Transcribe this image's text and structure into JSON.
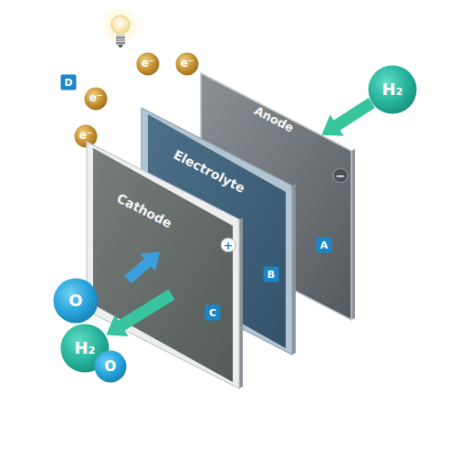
{
  "diagram": {
    "nodes": [
      {
        "text": [
          "e⁻"
        ]
      },
      {
        "text": [
          "e⁻"
        ]
      },
      {
        "text": [
          "e⁻"
        ]
      },
      {
        "text": [
          "e⁻"
        ]
      },
      {
        "text": [
          "H₂"
        ]
      },
      {
        "text": [
          "Anode"
        ]
      },
      {
        "text": [
          "Electrolyte"
        ]
      },
      {
        "text": [
          "Cathode"
        ]
      },
      {
        "text": [
          "O"
        ]
      },
      {
        "text": [
          "H₂"
        ]
      },
      {
        "text": [
          "O"
        ]
      }
    ],
    "edges": [
      {
        "from": 4,
        "to": 5,
        "arrow": "to"
      },
      {
        "from": 7,
        "to": 9,
        "arrow": "to"
      }
    ],
    "labels": [
      "D",
      "A",
      "B",
      "C",
      "−",
      "+"
    ]
  }
}
